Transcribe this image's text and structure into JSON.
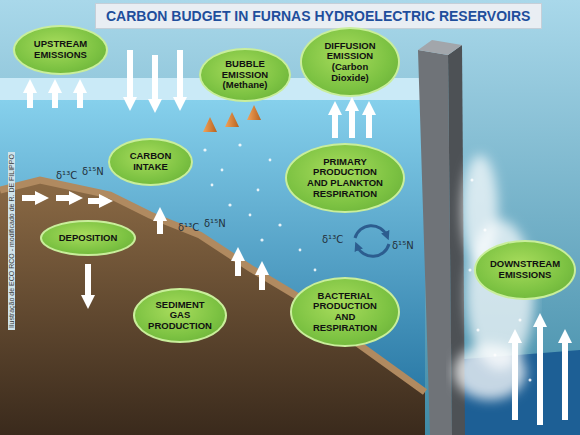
{
  "diagram": {
    "title": "CARBON BUDGET IN FURNAS HYDROELECTRIC RESERVOIRS",
    "nodes": [
      {
        "text": [
          "UPSTREAM EMISSIONS"
        ]
      },
      {
        "text": [
          "BUBBLE EMISSION (Methane)"
        ]
      },
      {
        "text": [
          "DIFFUSION EMISSION (Carbon Dioxide)"
        ]
      },
      {
        "text": [
          "CARBON INTAKE"
        ]
      },
      {
        "text": [
          "PRIMARY PRODUCTION AND PLANKTON RESPIRATION"
        ]
      },
      {
        "text": [
          "DEPOSITION"
        ]
      },
      {
        "text": [
          "SEDIMENT GAS PRODUCTION"
        ]
      },
      {
        "text": [
          "BACTERIAL PRODUCTION AND RESPIRATION"
        ]
      },
      {
        "text": [
          "DOWNSTREAM EMISSIONS"
        ]
      }
    ],
    "labels": [
      "δ¹³C",
      "δ¹⁵N",
      "δ¹³C",
      "δ¹⁵N",
      "δ¹³C",
      "δ¹⁵N",
      "Ilustração de ECO RCO - modificado de R. DE FILIPPO"
    ]
  }
}
